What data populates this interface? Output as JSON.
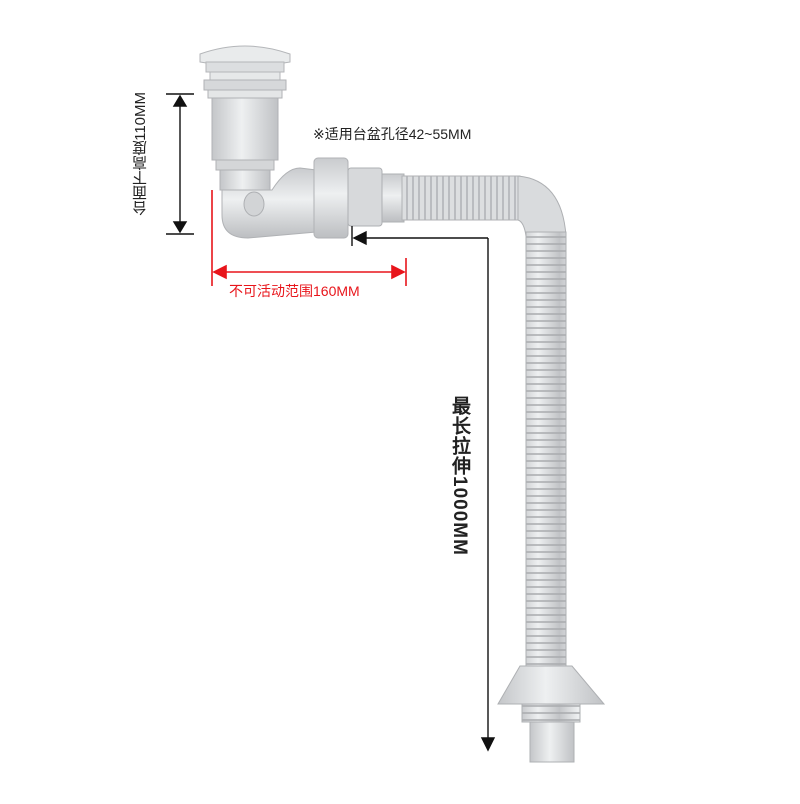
{
  "labels": {
    "basin_hole_note": "※适用台盆孔径42~55MM",
    "countertop_height": "台面下高度110MM",
    "movable_range": "不可活动范围160MM",
    "max_stretch": "最长拉伸1000MM"
  },
  "colors": {
    "pipe": "#dfe0e2",
    "pipe_shadow": "#b9bbbe",
    "dimension_black": "#111111",
    "dimension_red": "#e8151b"
  }
}
